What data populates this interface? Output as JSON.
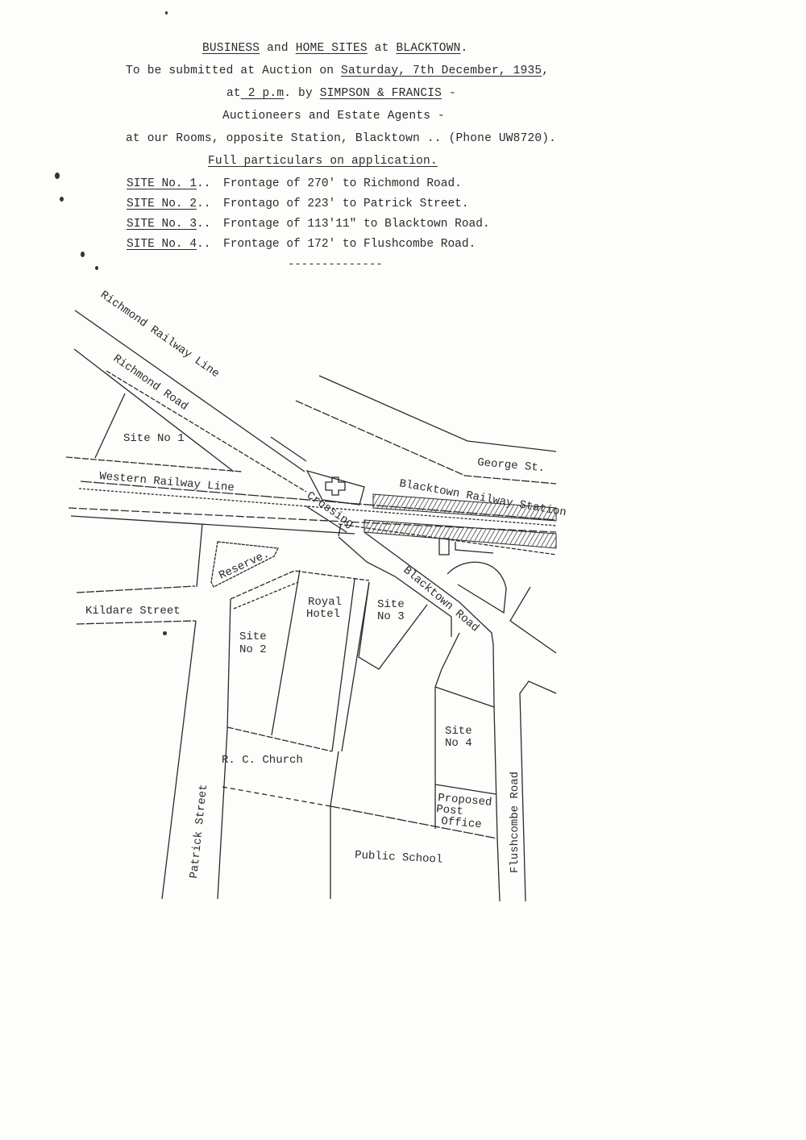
{
  "header": {
    "title_parts": [
      "BUSINESS",
      "and",
      "HOME SITES",
      "at",
      "BLACKTOWN",
      "."
    ],
    "line2_prefix": "To be submitted at Auction on ",
    "line2_date": "Saturday, 7th December, 1935",
    "line2_suffix": ",",
    "line3_prefix": "at",
    "line3_time": " 2 p.m",
    "line3_mid": ". by ",
    "line3_agents": "SIMPSON & FRANCIS",
    "line3_suffix": " -",
    "line4": "Auctioneers and Estate Agents -",
    "line5": "at our Rooms, opposite Station, Blacktown ..  (Phone UW8720).",
    "line6": "Full particulars on application."
  },
  "sites": [
    {
      "label": "SITE No. 1",
      "sep": "..",
      "text": "Frontage of 270' to Richmond Road."
    },
    {
      "label": "SITE No. 2",
      "sep": "..",
      "text": "Frontago of 223' to Patrick Street."
    },
    {
      "label": "SITE No. 3",
      "sep": "..",
      "text": "Frontage of 113'11\" to Blacktown Road."
    },
    {
      "label": "SITE No. 4",
      "sep": "..",
      "text": "Frontage of 172' to Flushcombe Road."
    }
  ],
  "divider": "--------------",
  "map": {
    "labels": {
      "richmond_railway": "Richmond Railway Line",
      "richmond_road": "Richmond Road",
      "site1": "Site No 1",
      "western_railway": "Western Railway Line",
      "george_st": "George St.",
      "station": "Blacktown Railway Station",
      "crossing": "Crossing",
      "reserve": "Reserve.",
      "kildare": "Kildare Street",
      "royal_hotel_1": "Royal",
      "royal_hotel_2": "Hotel",
      "site2_1": "Site",
      "site2_2": "No 2",
      "site3_1": "Site",
      "site3_2": "No 3",
      "blacktown_road": "Blacktown Road",
      "site4_1": "Site",
      "site4_2": "No 4",
      "rc_church": "R. C. Church",
      "post_office_1": "Proposed",
      "post_office_2": "Post",
      "post_office_3": "Office",
      "public_school": "Public School",
      "patrick_street": "Patrick Street",
      "flushcombe_road": "Flushcombe Road"
    }
  }
}
